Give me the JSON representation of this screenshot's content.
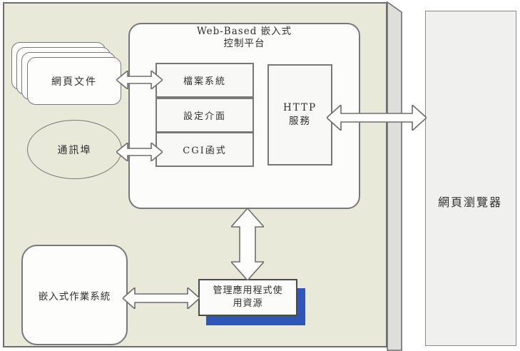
{
  "platform": {
    "title_line1": "Web-Based 嵌入式",
    "title_line2": "控制平台",
    "modules": [
      "檔案系統",
      "設定介面",
      "CGI函式"
    ],
    "http": {
      "line1": "HTTP",
      "line2": "服務"
    }
  },
  "left": {
    "web_documents": "網頁文件",
    "comm_port": "通訊埠"
  },
  "bottom": {
    "embedded_os": "嵌入式作業系統",
    "resource_line1": "管理應用程式使",
    "resource_line2": "用資源"
  },
  "right": {
    "web_browser": "網頁瀏覽器"
  },
  "colors": {
    "slab_fill": "#e9e9da",
    "side_fill": "#dededa",
    "box_border": "#787878",
    "shadow_blue": "#2f55b7",
    "browser_fill": "#f0f0ee"
  }
}
